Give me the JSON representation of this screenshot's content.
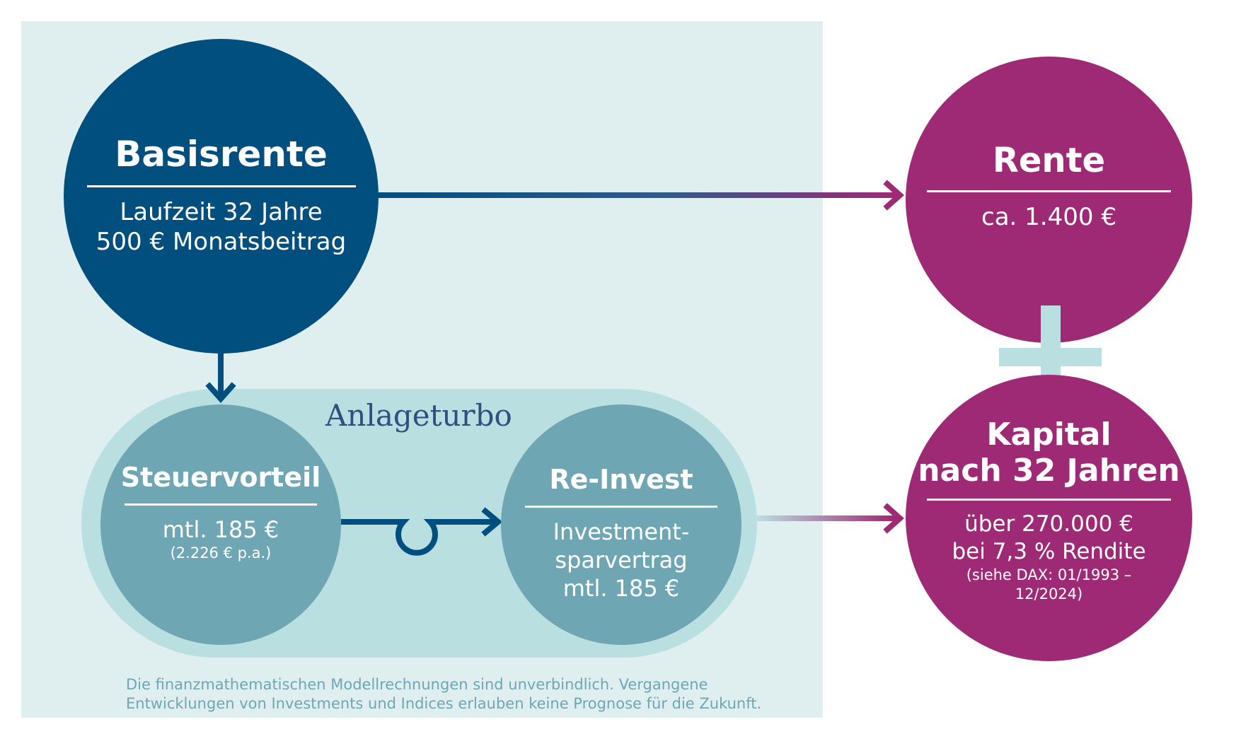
{
  "basisrente": {
    "title": "Basisrente",
    "line1": "Laufzeit 32 Jahre",
    "line2": "500 € Monatsbeitrag"
  },
  "rente": {
    "title": "Rente",
    "value": "ca. 1.400 €"
  },
  "kapital": {
    "title_line1": "Kapital",
    "title_line2": "nach 32 Jahren",
    "value": "über 270.000 €",
    "rendite": "bei 7,3 % Rendite",
    "note_line1": "(siehe DAX: 01/1993 –",
    "note_line2": "12/2024)"
  },
  "anlageturbo": {
    "label": "Anlageturbo"
  },
  "steuervorteil": {
    "title": "Steuervorteil",
    "value": "mtl. 185 €",
    "note": "(2.226 € p.a.)"
  },
  "reinvest": {
    "title": "Re-Invest",
    "line1": "Investment-",
    "line2": "sparvertrag",
    "line3": "mtl. 185 €"
  },
  "disclaimer": {
    "line1": "Die finanzmathematischen Modellrechnungen sind unverbindlich. Vergangene",
    "line2": "Entwicklungen von Investments und Indices erlauben keine Prognose für die Zukunft."
  },
  "colors": {
    "dark_blue": "#004f7e",
    "magenta": "#9e2a75",
    "teal": "#6ea6b4",
    "light_teal": "#b9dfe0",
    "panel": "#dfeff0",
    "label_blue": "#2e4f7f"
  }
}
